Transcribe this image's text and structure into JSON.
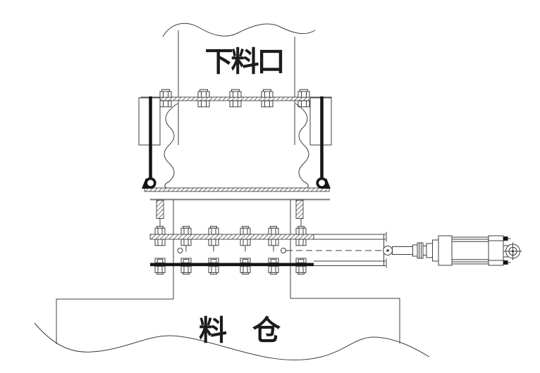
{
  "drawing": {
    "labels": {
      "top_duct": "下料口",
      "bottom_silo": "料　仓"
    },
    "colors": {
      "background": "#ffffff",
      "line": "#3d3d3d",
      "bold": "#151515",
      "text": "#1c1c1c",
      "plate": "#7a7a7a"
    },
    "upper_flange_bolts_x": [
      235,
      289,
      334,
      379,
      431
    ],
    "gate_bolts_x": [
      227,
      264,
      303,
      348,
      388,
      427
    ]
  }
}
